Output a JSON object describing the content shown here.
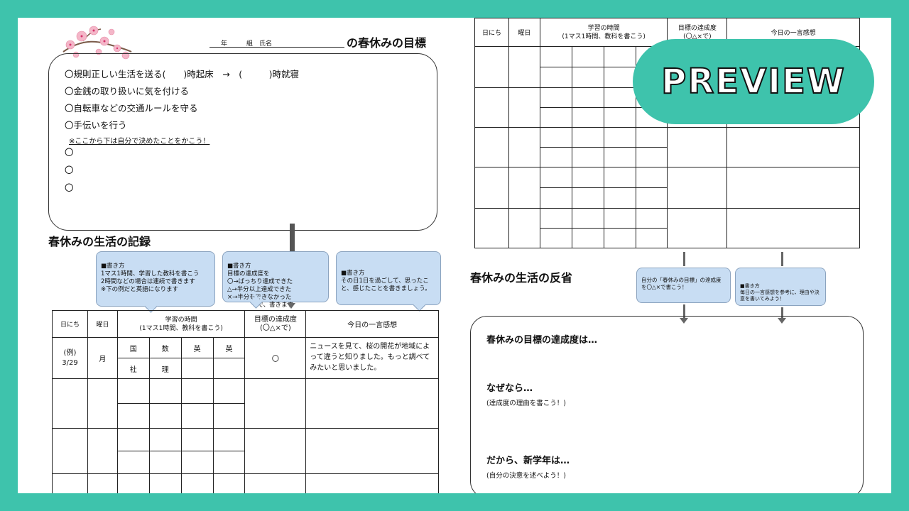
{
  "header": {
    "year_label": "年",
    "class_label": "組",
    "name_label": "氏名",
    "title": "の春休みの目標"
  },
  "goals": {
    "items": [
      "〇規則正しい生活を送る(　　)時起床　→　(　　　)時就寝",
      "〇金銭の取り扱いに気を付ける",
      "〇自転車などの交通ルールを守る",
      "〇手伝いを行う"
    ],
    "note": "※ここから下は自分で決めたことをかこう！",
    "blank_marks": [
      "〇",
      "〇",
      "〇"
    ]
  },
  "record": {
    "title": "春休みの生活の記録",
    "bubbles": [
      "■書き方\n1マス1時間、学習した教科を書こう\n2時間などの場合は連続で書きます\n※下の例だと英語になります",
      "■書き方\n目標の達成度を\n〇→ばっちり達成できた\n△→半分以上達成できた\n×→半分もできなかった\n　　　　　で、書きます",
      "■書き方\nその日1日を過ごして、思ったこと、感じたことを書きましょう。"
    ],
    "headers": {
      "day": "日にち",
      "weekday": "曜日",
      "study": "学習の時間",
      "study_sub": "(1マス1時間、教科を書こう)",
      "achievement": "目標の達成度",
      "achievement_sub": "(〇△×で)",
      "comment": "今日の一言感想"
    },
    "example": {
      "day_label": "(例)",
      "date": "3/29",
      "weekday": "月",
      "row1": [
        "国",
        "数",
        "英",
        "英"
      ],
      "row2": [
        "社",
        "理",
        "",
        ""
      ],
      "achievement": "〇",
      "comment": "ニュースを見て、桜の開花が地域によって違うと知りました。もっと調べてみたいと思いました。"
    }
  },
  "right_table": {
    "headers": {
      "day": "日にち",
      "weekday": "曜日",
      "study": "学習の時間",
      "study_sub": "(1マス1時間、教科を書こう)",
      "achievement": "目標の達成度",
      "achievement_sub": "(〇△×で)",
      "comment": "今日の一言感想"
    }
  },
  "reflection": {
    "title": "春休みの生活の反省",
    "bubbles": [
      "自分の「春休みの目標」の達成度を〇△×で書こう！",
      "■書き方\n毎日の一言感想を参考に、理由や決意を書いてみよう！"
    ],
    "q1": "春休みの目標の達成度は…",
    "q2": "なぜなら…",
    "q2_sub": "(達成度の理由を書こう！)",
    "q3": "だから、新学年は…",
    "q3_sub": "(自分の決意を述べよう！)"
  },
  "watermark": "PREVIEW",
  "colors": {
    "frame": "#3ec3ac",
    "bubble": "#c8ddf3"
  }
}
